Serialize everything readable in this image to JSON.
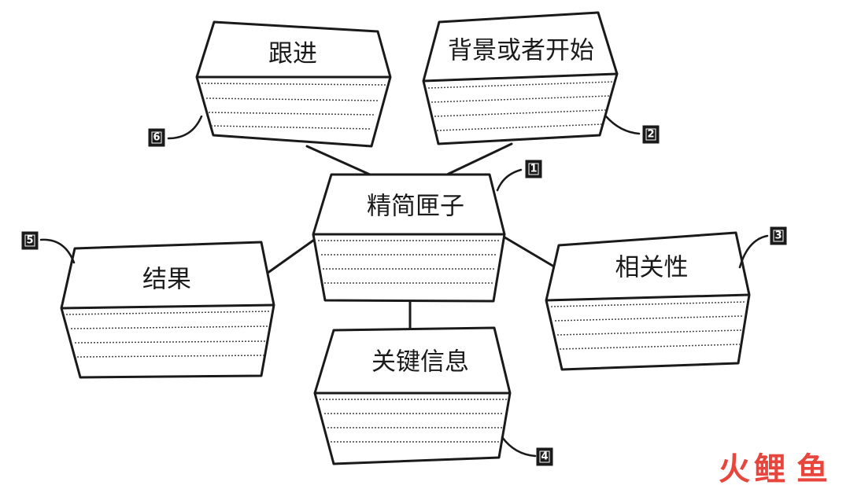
{
  "boxes": {
    "center": {
      "title": "精简匣子",
      "number": "1"
    },
    "background": {
      "title": "背景或者开始",
      "number": "2"
    },
    "relevance": {
      "title": "相关性",
      "number": "3"
    },
    "key_info": {
      "title": "关键信息",
      "number": "4"
    },
    "result": {
      "title": "结果",
      "number": "5"
    },
    "follow_up": {
      "title": "跟进",
      "number": "6"
    }
  },
  "watermark": {
    "char1": "火",
    "char2": "鲤",
    "char3": "鱼"
  },
  "colors": {
    "ink": "#1a1a1a",
    "badge": "#1a1a1a",
    "watermark_red": "#e8453c"
  }
}
